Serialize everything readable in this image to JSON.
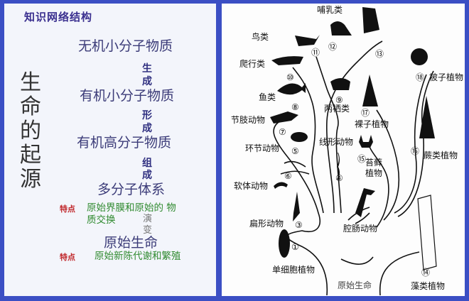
{
  "left": {
    "header": "知识网络结构",
    "vertical_title": "生命的起源",
    "stages": [
      "无机小分子物质",
      "有机小分子物质",
      "有机高分子物质",
      "多分子体系",
      "原始生命"
    ],
    "arrows": [
      [
        "生",
        "成"
      ],
      [
        "形",
        "成"
      ],
      [
        "组",
        "成"
      ],
      [
        "演",
        "变"
      ]
    ],
    "features": [
      {
        "label": "特点",
        "lines": [
          "原始界膜和原始的 物",
          "质交换"
        ]
      },
      {
        "label": "特点",
        "lines": [
          "原始新陈代谢和繁殖"
        ]
      }
    ]
  },
  "tree": {
    "root": "原始生命",
    "groups": [
      {
        "num": "①",
        "name": "单细胞植物"
      },
      {
        "num": "③",
        "name": "扁形动物"
      },
      {
        "num": "④",
        "name": "线形动物"
      },
      {
        "num": "⑤",
        "name": "软体动物"
      },
      {
        "num": "⑥",
        "name": "环节动物"
      },
      {
        "num": "⑦",
        "name": "节肢动物"
      },
      {
        "num": "⑧",
        "name": "鱼类"
      },
      {
        "num": "⑨",
        "name": "两栖类"
      },
      {
        "num": "⑩",
        "name": "爬行类"
      },
      {
        "num": "⑪",
        "name": "鸟类"
      },
      {
        "num": "⑫",
        "name": "哺乳类"
      },
      {
        "num": "⑬",
        "name": ""
      },
      {
        "num": "⑭",
        "name": "藻类植物"
      },
      {
        "num": "⑮",
        "name": "苔藓植物"
      },
      {
        "num": "⑯",
        "name": "蕨类植物"
      },
      {
        "num": "⑰",
        "name": "裸子植物"
      },
      {
        "num": "⑱",
        "name": "被子植物"
      }
    ],
    "other": "腔肠动物"
  }
}
